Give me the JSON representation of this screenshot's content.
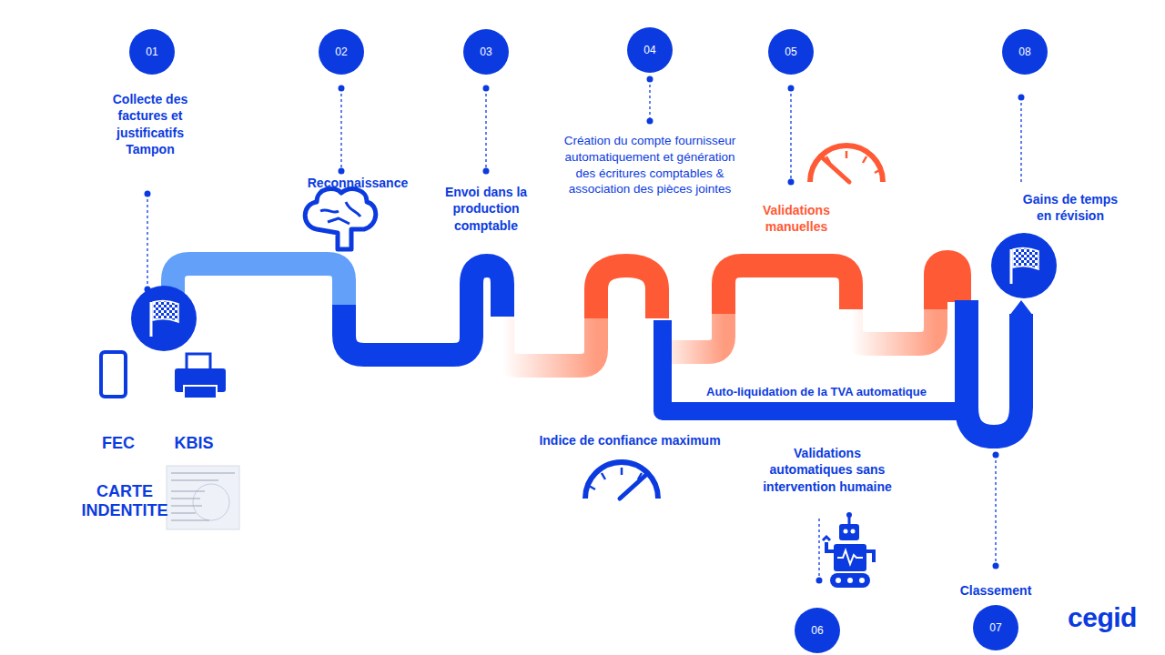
{
  "diagram": {
    "nodes": [
      {
        "text": [
          "01"
        ]
      },
      {
        "text": [
          "02"
        ]
      },
      {
        "text": [
          "03"
        ]
      },
      {
        "text": [
          "04"
        ]
      },
      {
        "text": [
          "05"
        ]
      },
      {
        "text": [
          "08"
        ]
      },
      {
        "text": [
          "06"
        ]
      },
      {
        "text": [
          "07"
        ]
      }
    ],
    "labels": [
      "Collecte des factures et justificatifs Tampon",
      "Reconnaissance",
      "Envoi dans la production comptable",
      "Création du compte fournisseur automatiquement et génération des écritures comptables & association des pièces jointes",
      "Validations manuelles",
      "Gains de temps en révision",
      "Auto-liquidation de la TVA automatique",
      "Indice de confiance maximum",
      "FEC",
      "KBIS",
      "Validations automatiques sans intervention humaine",
      "CARTE INDENTITE",
      "Classement",
      "cegid"
    ]
  }
}
